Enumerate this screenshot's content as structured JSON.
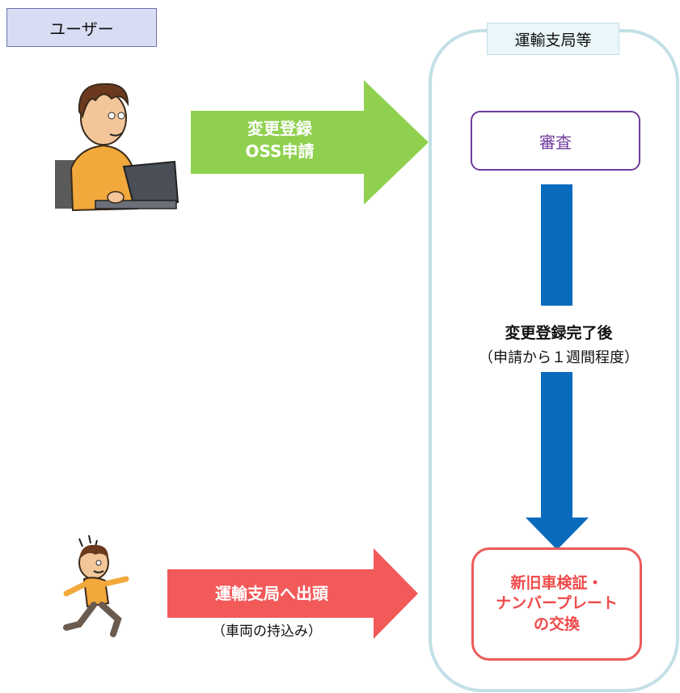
{
  "user": {
    "label": "ユーザー"
  },
  "office": {
    "label": "運輸支局等"
  },
  "application": {
    "line1": "変更登録",
    "line2": "OSS申請"
  },
  "review": {
    "label": "審査"
  },
  "completion": {
    "title": "変更登録完了後",
    "note": "（申請から１週間程度）"
  },
  "visit": {
    "label": "運輸支局へ出頭",
    "note": "（車両の持込み）"
  },
  "exchange": {
    "line1": "新旧車検証・",
    "line2": "ナンバープレート",
    "line3": "の交換"
  },
  "colors": {
    "green_arrow": "#8fd14f",
    "blue_arrow": "#0a6bbd",
    "red_arrow": "#f25a5a",
    "review_border": "#6f3b9c",
    "office_border": "#c2e0e6",
    "user_label_bg": "#d9ddf3"
  },
  "illustrations": [
    "person-at-laptop-icon",
    "running-person-icon"
  ]
}
